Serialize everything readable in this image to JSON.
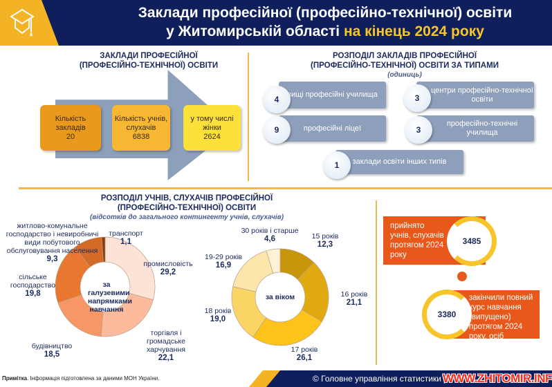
{
  "header": {
    "title_line1": "Заклади професійної (професійно-технічної) освіти",
    "title_line2_a": "у Житомирській області ",
    "title_line2_b": "на кінець 2024 року",
    "logo_icon": "graduation-cap-icon"
  },
  "summary": {
    "title_line1": "ЗАКЛАДИ ПРОФЕСІЙНОЇ",
    "title_line2": "(ПРОФЕСІЙНО-ТЕХНІЧНОЇ) ОСВІТИ",
    "items": [
      {
        "label": "Кількість закладів",
        "value": "20",
        "color": "#e99a1c"
      },
      {
        "label": "Кількість учнів, слухачів",
        "value": "6838",
        "color": "#f7b733"
      },
      {
        "label": "у тому числі жінки",
        "value": "2624",
        "color": "#fde03a"
      }
    ]
  },
  "types": {
    "title_line1": "РОЗПОДІЛ ЗАКЛАДІВ ПРОФЕСІЙНОЇ",
    "title_line2": "(ПРОФЕСІЙНО-ТЕХНІЧНОЇ) ОСВІТИ ЗА ТИПАМИ",
    "unit": "(одиниць)",
    "items": [
      {
        "count": "4",
        "label": "вищі професійні училища"
      },
      {
        "count": "3",
        "label": "центри професійно-технічної освіти"
      },
      {
        "count": "9",
        "label": "професійні ліцеї"
      },
      {
        "count": "3",
        "label": "професійно-технічні училища"
      },
      {
        "count": "1",
        "label": "заклади освіти інших типів"
      }
    ]
  },
  "distribution": {
    "title_line1": "РОЗПОДІЛ УЧНІВ, СЛУХАЧІВ ПРОФЕСІЙНОЇ",
    "title_line2": "(ПРОФЕСІЙНО-ТЕХНІЧНОЇ) ОСВІТИ",
    "subtitle": "(відсотків до загального контингенту учнів, слухачів)"
  },
  "chart_data": [
    {
      "type": "pie",
      "title": "за галузевими напрямками навчання",
      "categories": [
        "промисловість",
        "торгівля і громадське харчування",
        "будівництво",
        "сільське господарство",
        "житлово-комунальне господарство і невиробничі види побутового обслуговування населення",
        "транспорт"
      ],
      "values": [
        "29,2",
        "22,1",
        "18,5",
        "19,8",
        "9,3",
        "1,1"
      ],
      "numeric": [
        29.2,
        22.1,
        18.5,
        19.8,
        9.3,
        1.1
      ],
      "colors": [
        "#fde2d6",
        "#fbbb9c",
        "#f89766",
        "#e9772f",
        "#d46a28",
        "#8a3a10"
      ]
    },
    {
      "type": "pie",
      "title": "за віком",
      "categories": [
        "15 років",
        "16 років",
        "17 років",
        "18 років",
        "19-29 років",
        "30 років і старше"
      ],
      "values": [
        "12,3",
        "21,1",
        "26,1",
        "19,0",
        "16,9",
        "4,6"
      ],
      "numeric": [
        12.3,
        21.1,
        26.1,
        19.0,
        16.9,
        4.6
      ],
      "colors": [
        "#c8960a",
        "#e1aa10",
        "#fcc41a",
        "#fbd466",
        "#fde6ab",
        "#fef1d6"
      ]
    }
  ],
  "flow": {
    "admitted_label": "прийнято учнів, слухачів протягом 2024 року",
    "admitted_value": "3485",
    "graduated_label": "закінчили повний курс навчання (випущено) протягом 2024 року, осіб",
    "graduated_value": "3380"
  },
  "footer": {
    "note_bold": "Примітка",
    "note": ". Інформація підготовлена за даними МОН України.",
    "copyright": "© Головне управління статистики у",
    "watermark": "WWW.ZHITOMIR.INFO"
  }
}
